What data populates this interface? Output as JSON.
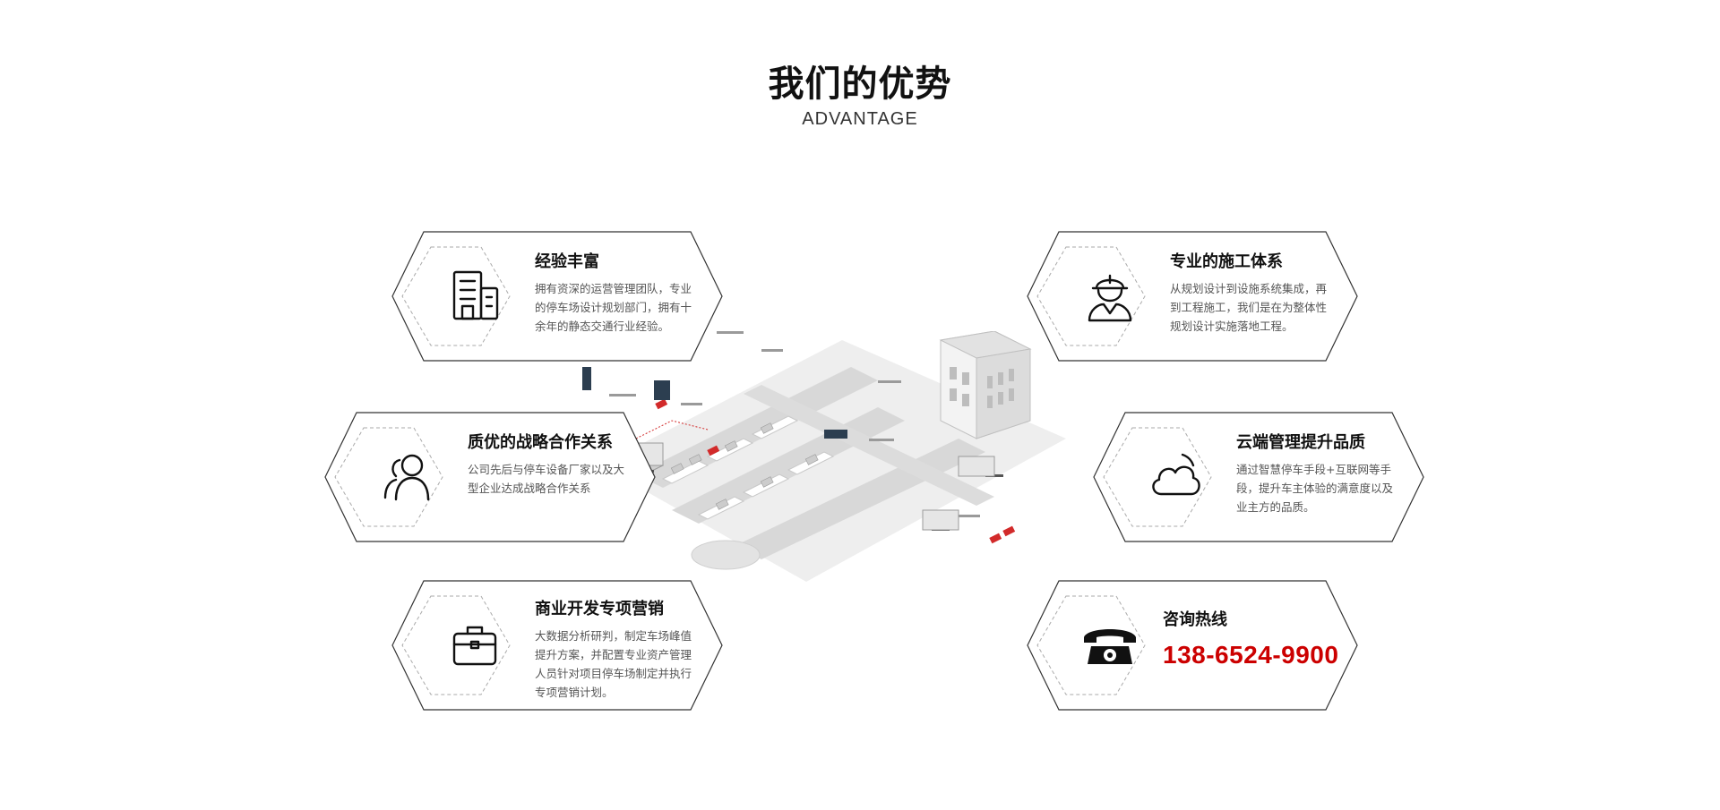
{
  "section": {
    "title": "我们的优势",
    "subtitle": "ADVANTAGE"
  },
  "cards": {
    "experience": {
      "title": "经验丰富",
      "description": "拥有资深的运营管理团队，专业的停车场设计规划部门，拥有十余年的静态交通行业经验。",
      "icon": "building-icon"
    },
    "construction": {
      "title": "专业的施工体系",
      "description": "从规划设计到设施系统集成，再到工程施工，我们是在为整体性规划设计实施落地工程。",
      "icon": "worker-icon"
    },
    "partnership": {
      "title": "质优的战略合作关系",
      "description": "公司先后与停车设备厂家以及大型企业达成战略合作关系",
      "icon": "users-icon"
    },
    "cloud": {
      "title": "云端管理提升品质",
      "description": "通过智慧停车手段+互联网等手段，提升车主体验的满意度以及业主方的品质。",
      "icon": "cloud-icon"
    },
    "marketing": {
      "title": "商业开发专项营销",
      "description": "大数据分析研判，制定车场峰值提升方案，并配置专业资产管理人员针对项目停车场制定并执行专项营销计划。",
      "icon": "briefcase-icon"
    },
    "hotline": {
      "title": "咨询热线",
      "phone": "138-6524-9900",
      "icon": "telephone-icon"
    }
  },
  "colors": {
    "phone": "#cc0000",
    "border": "#333333",
    "dashed": "#aaaaaa"
  }
}
